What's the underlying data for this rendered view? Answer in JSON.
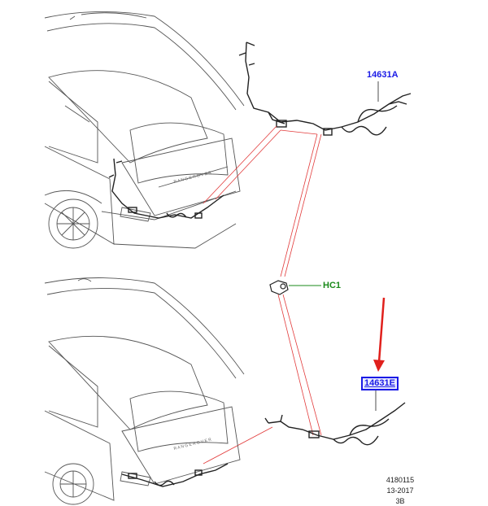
{
  "callouts": {
    "harness_a": "14631A",
    "harness_e": "14631E",
    "connector_hc1": "HC1"
  },
  "reference": {
    "number": "4180115",
    "date": "13-2017",
    "sheet": "3B"
  },
  "colors": {
    "callout_blue": "#1a1ae6",
    "callout_green": "#1a8a1a",
    "leader_red": "#e23a3a",
    "arrow_red": "#e0201c",
    "line_art": "#333333"
  },
  "vehicle_badge": "RANGE ROVER"
}
